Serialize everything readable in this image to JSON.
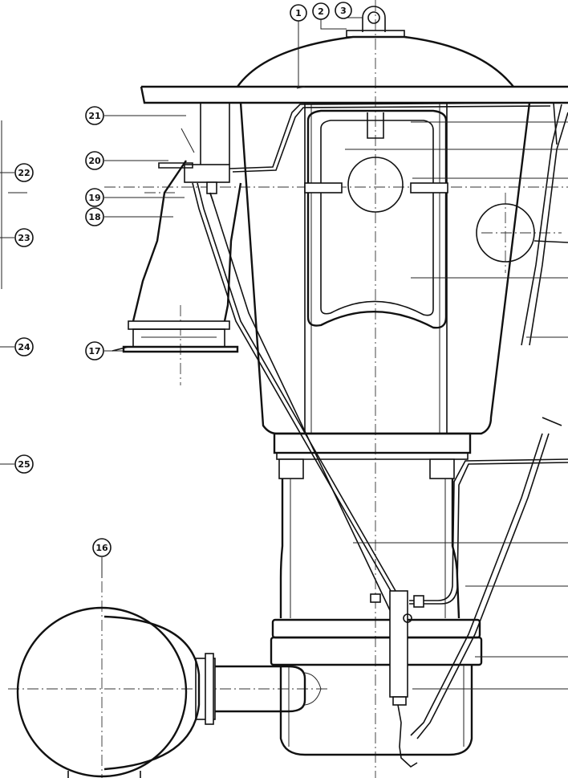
{
  "callouts": {
    "c1": "1",
    "c2": "2",
    "c3": "3",
    "c16": "16",
    "c17": "17",
    "c18": "18",
    "c19": "19",
    "c20": "20",
    "c21": "21",
    "c22": "22",
    "c23": "23",
    "c24": "24",
    "c25": "25"
  }
}
